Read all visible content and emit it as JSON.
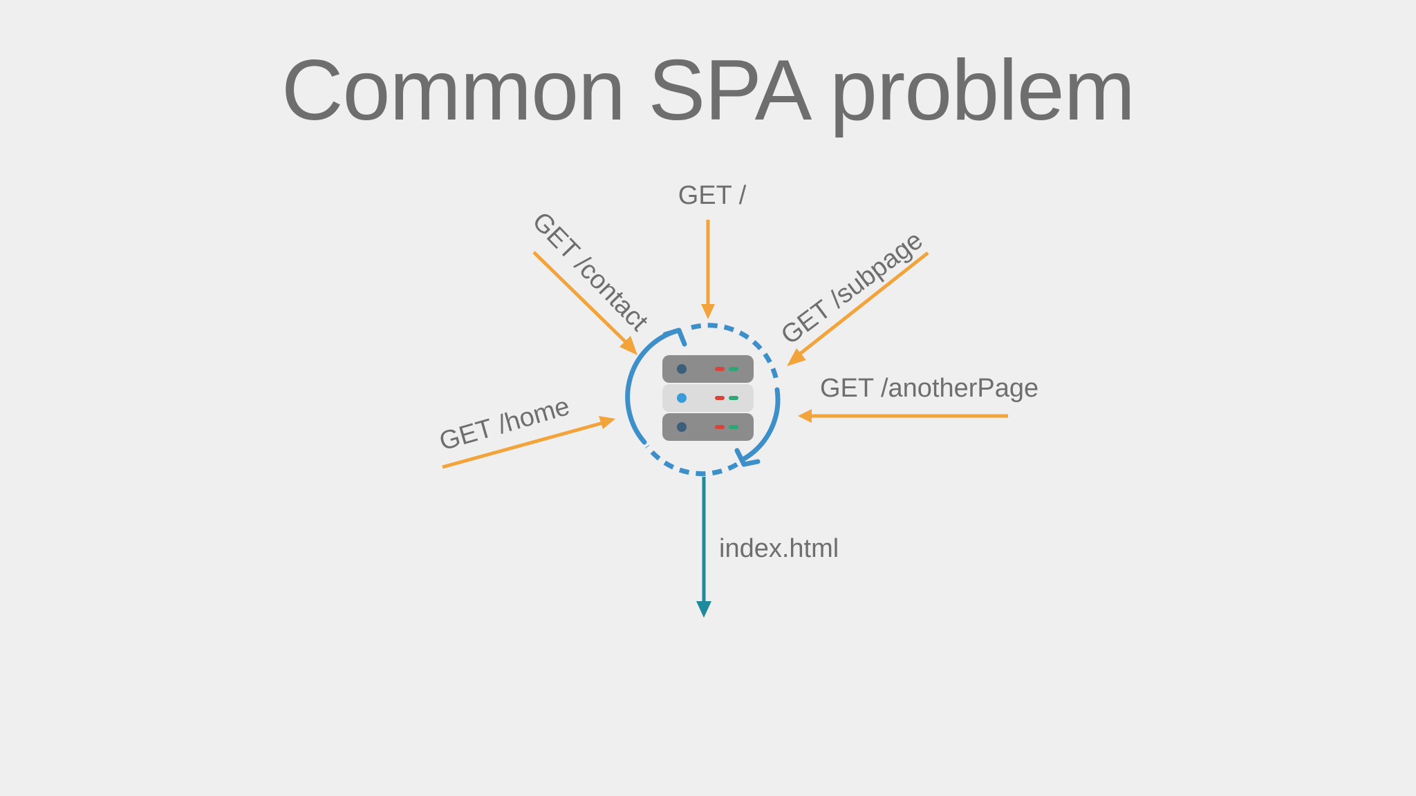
{
  "slide": {
    "title": "Common SPA problem"
  },
  "diagram": {
    "requests": [
      {
        "label": "GET /"
      },
      {
        "label": "GET /contact"
      },
      {
        "label": "GET /subpage"
      },
      {
        "label": "GET /anotherPage"
      },
      {
        "label": "GET /home"
      }
    ],
    "response": {
      "label": "index.html"
    },
    "center_icon": "server-icon",
    "cycle_icon": "refresh-cycle-icon"
  },
  "colors": {
    "background": "#efefef",
    "text": "#6e6e6e",
    "request_arrow": "#f2a43a",
    "response_arrow": "#1f8a9a",
    "cycle": "#3d8fc9",
    "server_body": "#8c8c8c",
    "server_light_unit": "#dcdcdc",
    "led_red": "#d9443a",
    "led_green": "#2aa774",
    "led_blue": "#3a9bd9"
  }
}
